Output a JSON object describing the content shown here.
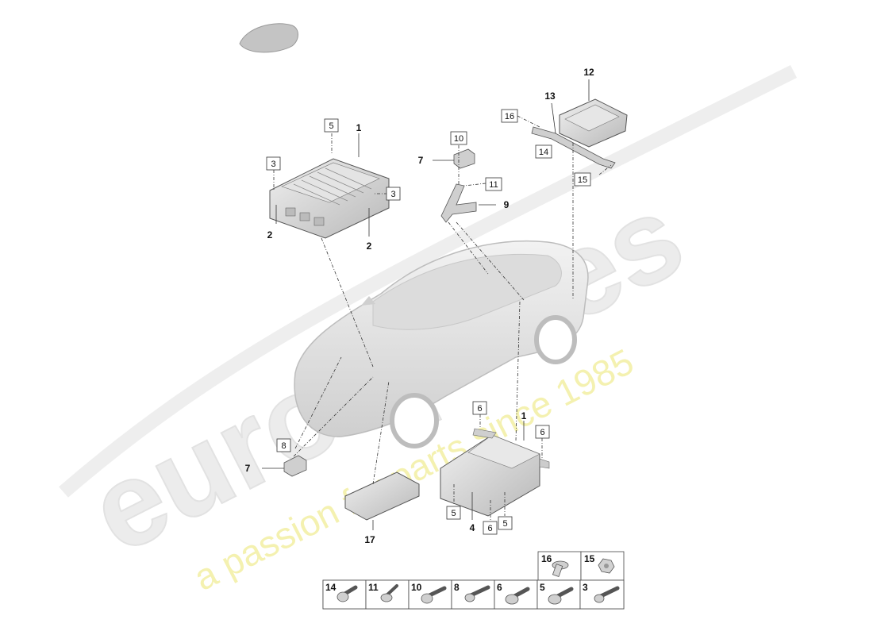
{
  "watermark": {
    "logo_text": "eurospares",
    "tagline": "a passion for parts since 1985"
  },
  "callouts": {
    "c1_top": "1",
    "c1_bottom": "1",
    "c2_left": "2",
    "c2_right": "2",
    "c3_left": "3",
    "c3_right": "3",
    "c4": "4",
    "c5_top": "5",
    "c5_bl": "5",
    "c5_br": "5",
    "c6_top": "6",
    "c6_right": "6",
    "c6_bottom": "6",
    "c7_upper": "7",
    "c7_lower": "7",
    "c8": "8",
    "c9": "9",
    "c10": "10",
    "c11": "11",
    "c12": "12",
    "c13": "13",
    "c14": "14",
    "c15": "15",
    "c16": "16",
    "c17": "17"
  },
  "fastener_table": {
    "top_row": [
      "16",
      "15"
    ],
    "bottom_row": [
      "14",
      "11",
      "10",
      "8",
      "6",
      "5",
      "3"
    ]
  },
  "colors": {
    "part_fill": "#d9d9d9",
    "car_fill": "#e6e6e6",
    "watermark_gray": "#ececec",
    "watermark_yellow": "#f4f1b0"
  }
}
